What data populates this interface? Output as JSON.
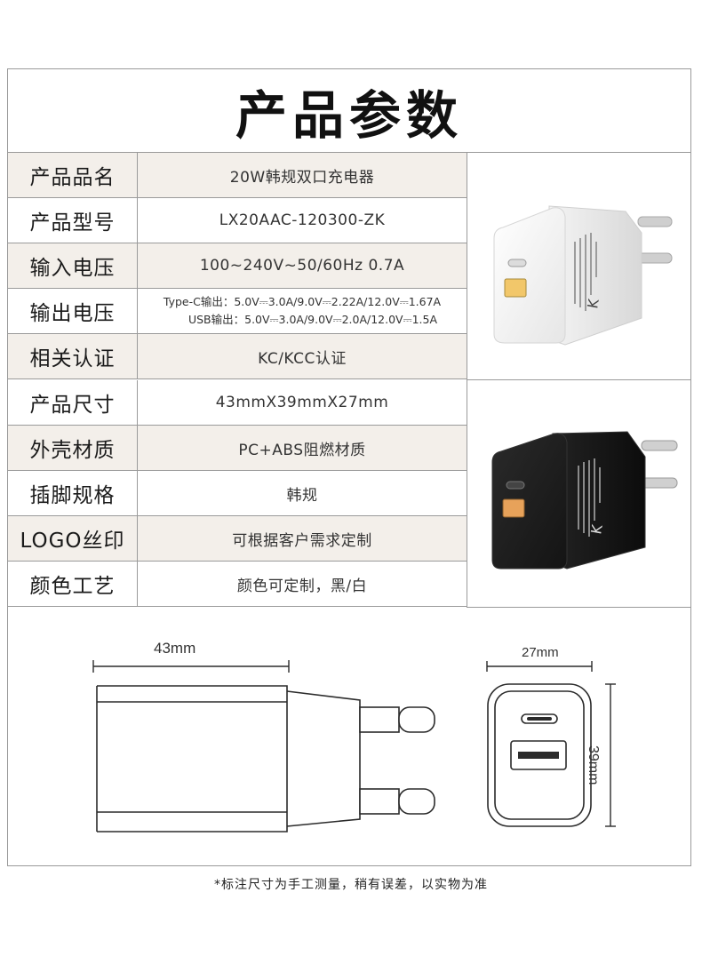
{
  "title": "产品参数",
  "rows": [
    {
      "key": "产品品名",
      "value": "20W韩规双口充电器"
    },
    {
      "key": "产品型号",
      "value": "LX20AAC-120300-ZK"
    },
    {
      "key": "输入电压",
      "value": "100~240V~50/60Hz 0.7A"
    },
    {
      "key": "输出电压",
      "value_line1": "Type-C输出：5.0V⎓3.0A/9.0V⎓2.22A/12.0V⎓1.67A",
      "value_line2": "USB输出：5.0V⎓3.0A/9.0V⎓2.0A/12.0V⎓1.5A"
    },
    {
      "key": "相关认证",
      "value": "KC/KCC认证"
    },
    {
      "key": "产品尺寸",
      "value": "43mmX39mmX27mm"
    },
    {
      "key": "外壳材质",
      "value": "PC+ABS阻燃材质"
    },
    {
      "key": "插脚规格",
      "value": "韩规"
    },
    {
      "key": "LOGO丝印",
      "value": "可根据客户需求定制"
    },
    {
      "key": "颜色工艺",
      "value": "颜色可定制，黑/白"
    }
  ],
  "dimensions": {
    "length": "43mm",
    "width": "27mm",
    "height": "39mm"
  },
  "footnote": "*标注尺寸为手工测量，稍有误差，以实物为准",
  "colors": {
    "border": "#9a9a9a",
    "shade": "#f3efea",
    "charger_white": "#f7f7f7",
    "charger_black": "#1c1c1c"
  }
}
